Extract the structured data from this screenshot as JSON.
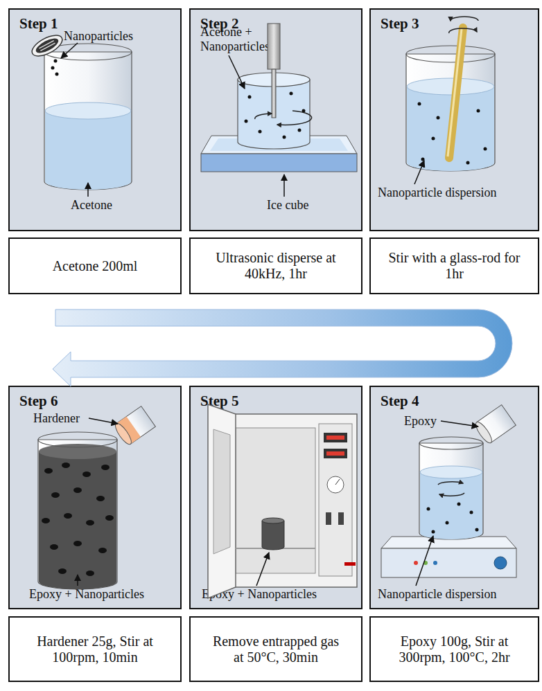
{
  "diagram": {
    "nodes": [
      {
        "text": [
          "Step 1",
          "Nanoparticles",
          "Acetone"
        ]
      },
      {
        "text": [
          "Step 2",
          "Acetone + Nanoparticles",
          "Ice cube"
        ]
      },
      {
        "text": [
          "Step 3",
          "Nanoparticle dispersion"
        ]
      },
      {
        "text": [
          "Acetone 200ml"
        ]
      },
      {
        "text": [
          "Ultrasonic disperse at 40kHz, 1hr"
        ]
      },
      {
        "text": [
          "Stir with a glass-rod for 1hr"
        ]
      },
      {
        "text": [
          "Step 6",
          "Hardener",
          "Epoxy + Nanoparticles"
        ]
      },
      {
        "text": [
          "Step 5",
          "Epoxy + Nanoparticles"
        ]
      },
      {
        "text": [
          "Step 4",
          "Epoxy",
          "Nanoparticle dispersion"
        ]
      },
      {
        "text": [
          "Hardener 25g, Stir at 100rpm, 10min"
        ]
      },
      {
        "text": [
          "Remove entrapped gas at 50°C, 30min"
        ]
      },
      {
        "text": [
          "Epoxy 100g, Stir at 300rpm, 100°C, 2hr"
        ]
      }
    ]
  }
}
